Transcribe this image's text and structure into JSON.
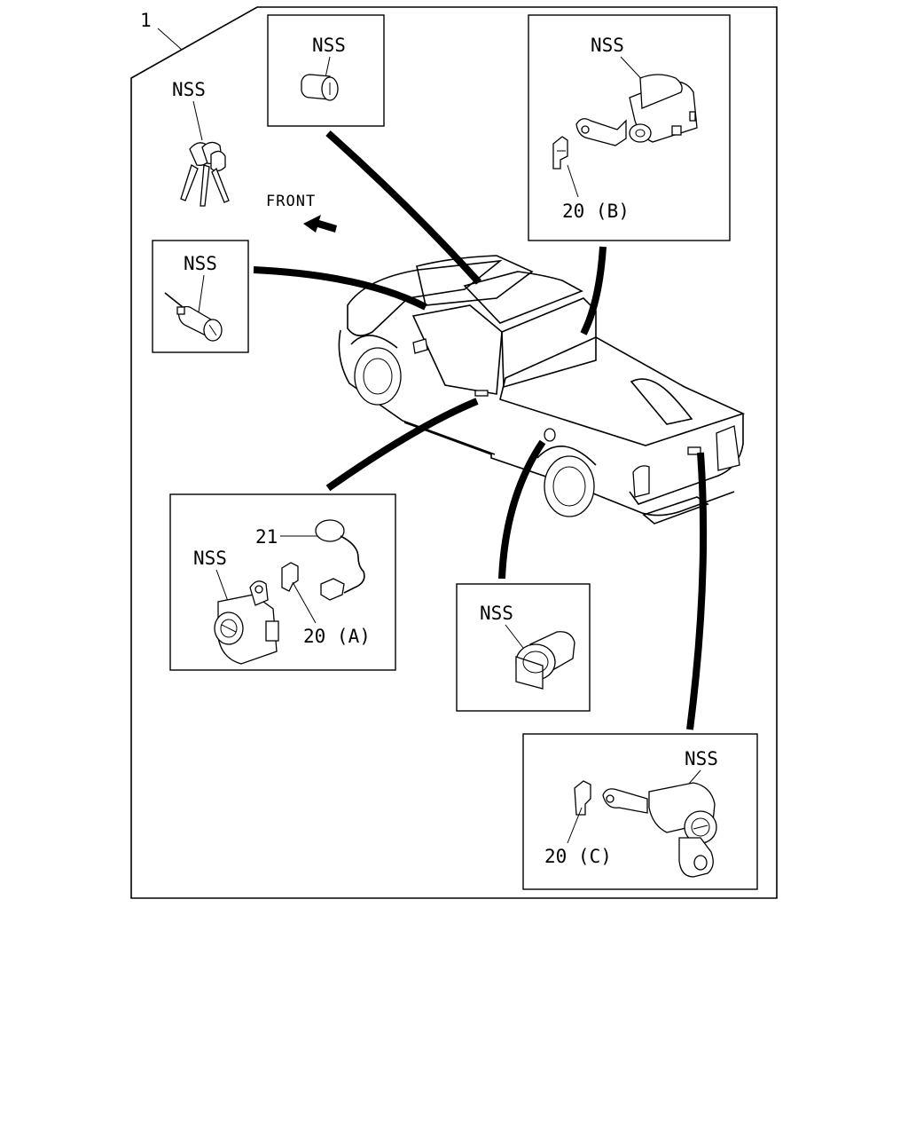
{
  "callouts": {
    "main_assembly": "1",
    "keys": "NSS",
    "glovebox_cylinder": "NSS",
    "tailgate_handle": "NSS",
    "tailgate_clip": "20 (B)",
    "ignition_cylinder": "NSS",
    "door_cylinder": "NSS",
    "door_wire": "21",
    "door_clip": "20 (A)",
    "fuel_lid_cylinder": "NSS",
    "rear_lock": "NSS",
    "rear_clip": "20 (C)"
  },
  "front_indicator": "FRONT"
}
